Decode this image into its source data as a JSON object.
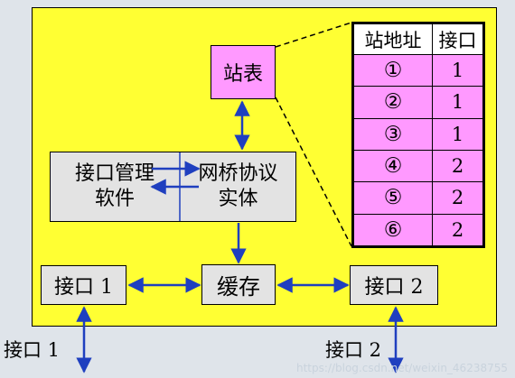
{
  "station_table_label": "站表",
  "bridge_protocol": {
    "line1": "网桥协议",
    "line2": "实体"
  },
  "port_mgmt": {
    "line1": "接口管理",
    "line2": "软件"
  },
  "buffer_label": "缓存",
  "port1_box": "接口 1",
  "port2_box": "接口 2",
  "port1_external": "接口 1",
  "port2_external": "接口 2",
  "table": {
    "headers": [
      "站地址",
      "接口"
    ],
    "rows": [
      {
        "station": "①",
        "port": "1"
      },
      {
        "station": "②",
        "port": "1"
      },
      {
        "station": "③",
        "port": "1"
      },
      {
        "station": "④",
        "port": "2"
      },
      {
        "station": "⑤",
        "port": "2"
      },
      {
        "station": "⑥",
        "port": "2"
      }
    ]
  },
  "watermark": "https://blog.csdn.net/weixin_46238755",
  "colors": {
    "background": "#ffff33",
    "station_fill": "#ff99ff",
    "box_fill": "#e3e3e3",
    "arrow": "#1f3fbf"
  }
}
